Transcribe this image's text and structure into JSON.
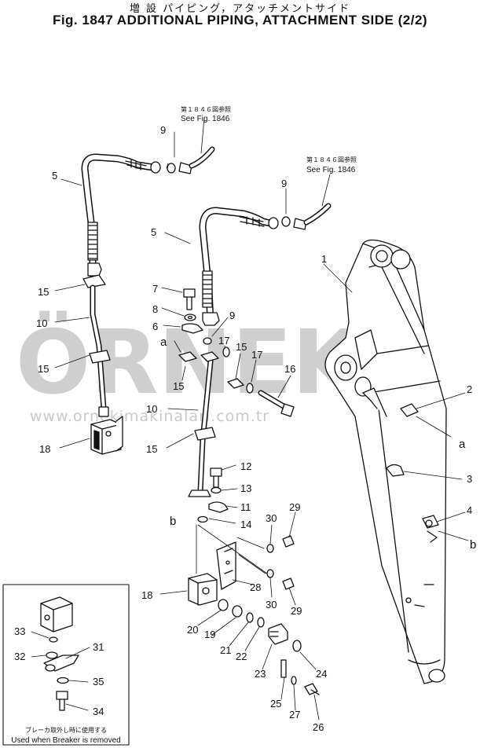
{
  "header": {
    "title_jp": "増 設 パイピング，アタッチメントサイド",
    "title": "Fig. 1847 ADDITIONAL PIPING, ATTACHMENT SIDE (2/2)"
  },
  "refs": {
    "see_fig_jp_1": "第１８４６図参照",
    "see_fig_1": "See Fig. 1846",
    "see_fig_jp_2": "第１８４６図参照",
    "see_fig_2": "See Fig. 1846"
  },
  "callouts": {
    "n1": "1",
    "n2": "2",
    "n3": "3",
    "n4": "4",
    "n5a": "5",
    "n5b": "5",
    "n6": "6",
    "n7": "7",
    "n8": "8",
    "n9a": "9",
    "n9b": "9",
    "n9c": "9",
    "n10a": "10",
    "n10b": "10",
    "n11": "11",
    "n12": "12",
    "n13": "13",
    "n14": "14",
    "n15a": "15",
    "n15b": "15",
    "n15c": "15",
    "n15d": "15",
    "n15e": "15",
    "n16": "16",
    "n17a": "17",
    "n17b": "17",
    "n18a": "18",
    "n18b": "18",
    "n19": "19",
    "n20": "20",
    "n21": "21",
    "n22": "22",
    "n23": "23",
    "n24": "24",
    "n25": "25",
    "n26": "26",
    "n27": "27",
    "n28": "28",
    "n29a": "29",
    "n29b": "29",
    "n30a": "30",
    "n30b": "30",
    "n31": "31",
    "n32": "32",
    "n33": "33",
    "n34": "34",
    "n35": "35",
    "a1": "a",
    "a2": "a",
    "b1": "b",
    "b2": "b"
  },
  "inset": {
    "caption_jp": "ブレーカ取外し時に使用する",
    "caption": "Used when Breaker is removed"
  },
  "watermark": {
    "brand": "ÖRNEK",
    "url": "www.ornekimakinalari.com.tr"
  }
}
